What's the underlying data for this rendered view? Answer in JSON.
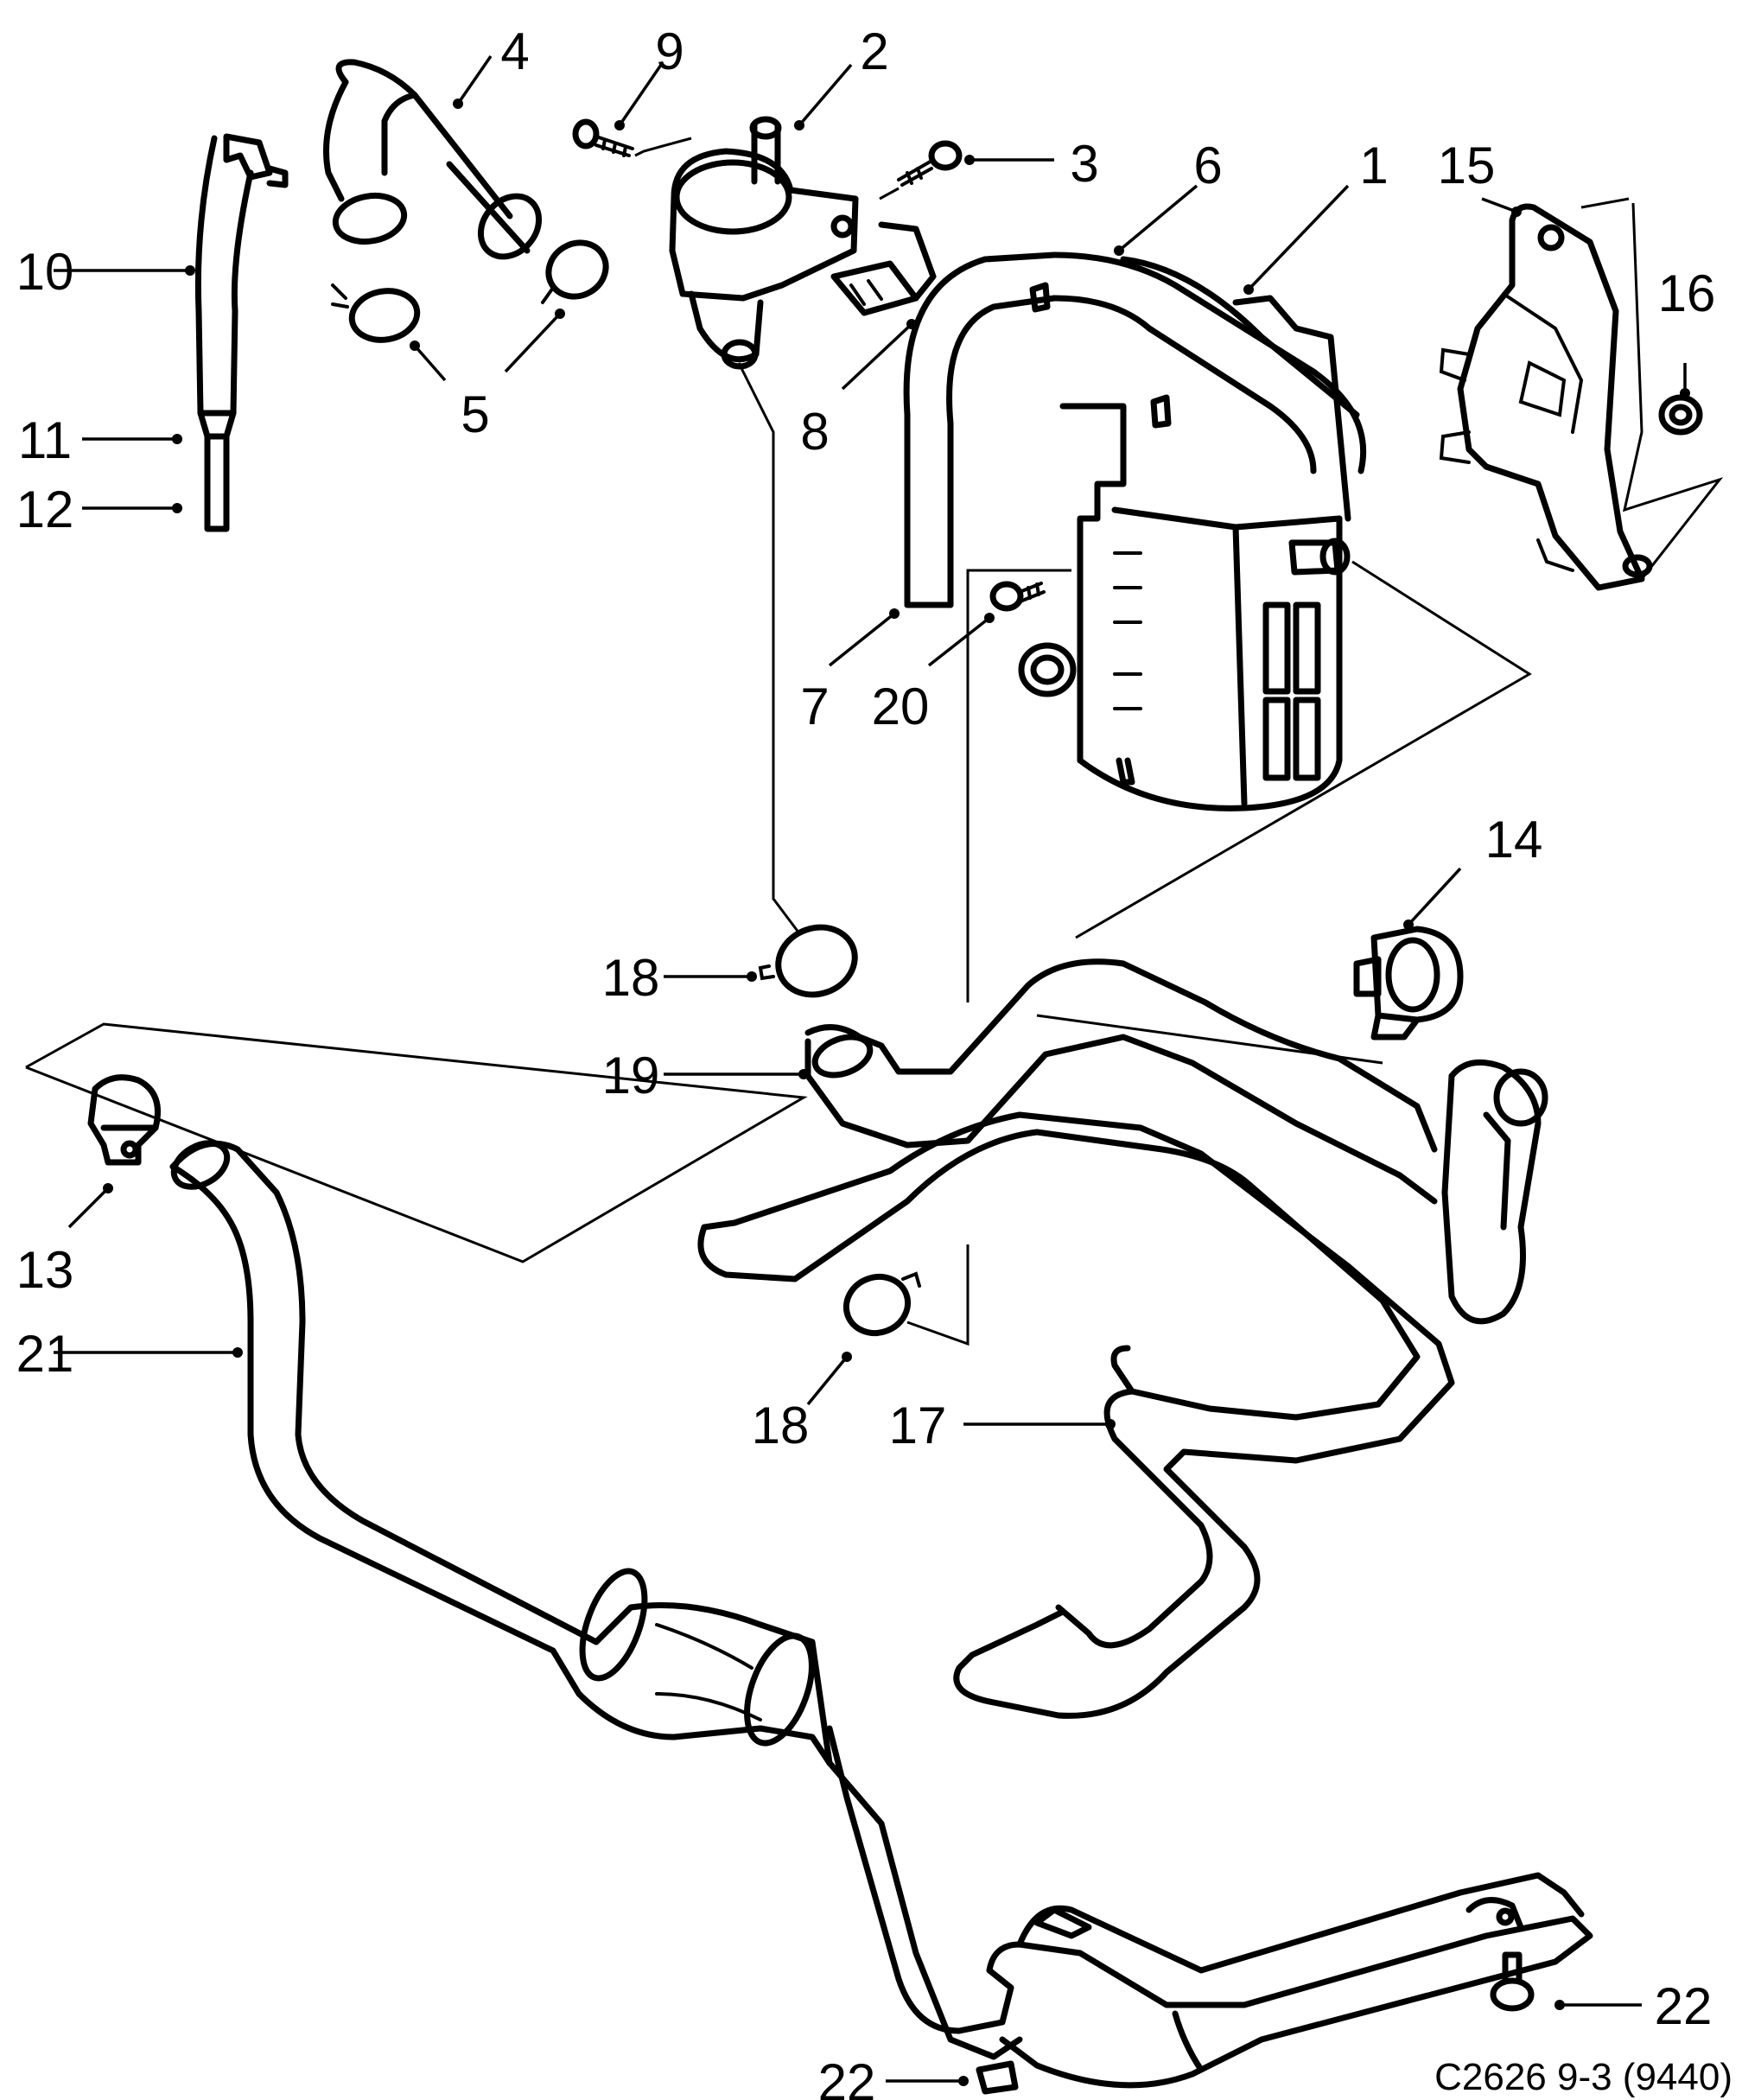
{
  "callouts": [
    {
      "id": "1",
      "label": "1"
    },
    {
      "id": "2",
      "label": "2"
    },
    {
      "id": "3",
      "label": "3"
    },
    {
      "id": "4",
      "label": "4"
    },
    {
      "id": "5",
      "label": "5"
    },
    {
      "id": "6",
      "label": "6"
    },
    {
      "id": "7",
      "label": "7"
    },
    {
      "id": "8",
      "label": "8"
    },
    {
      "id": "9",
      "label": "9"
    },
    {
      "id": "10",
      "label": "10"
    },
    {
      "id": "11",
      "label": "11"
    },
    {
      "id": "12",
      "label": "12"
    },
    {
      "id": "13",
      "label": "13"
    },
    {
      "id": "14",
      "label": "14"
    },
    {
      "id": "15",
      "label": "15"
    },
    {
      "id": "16",
      "label": "16"
    },
    {
      "id": "17",
      "label": "17"
    },
    {
      "id": "18a",
      "label": "18"
    },
    {
      "id": "18b",
      "label": "18"
    },
    {
      "id": "19",
      "label": "19"
    },
    {
      "id": "20",
      "label": "20"
    },
    {
      "id": "21",
      "label": "21"
    },
    {
      "id": "22a",
      "label": "22"
    },
    {
      "id": "22b",
      "label": "22"
    }
  ],
  "figure_code": "C2626 9-3 (9440)"
}
